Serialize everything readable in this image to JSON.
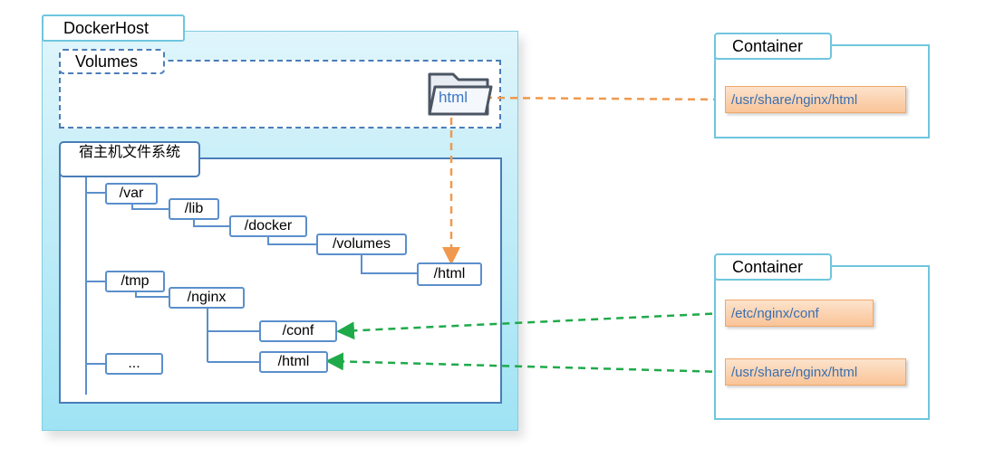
{
  "docker_host": {
    "label": "DockerHost"
  },
  "volumes": {
    "label": "Volumes",
    "folder_label": "html"
  },
  "host_fs": {
    "label": "宿主机文件系统",
    "nodes": {
      "var": "/var",
      "lib": "/lib",
      "docker": "/docker",
      "volumes": "/volumes",
      "html1": "/html",
      "tmp": "/tmp",
      "nginx": "/nginx",
      "conf": "/conf",
      "html2": "/html",
      "more": "..."
    }
  },
  "containers": [
    {
      "label": "Container",
      "paths": [
        "/usr/share/nginx/html"
      ]
    },
    {
      "label": "Container",
      "paths": [
        "/etc/nginx/conf",
        "/usr/share/nginx/html"
      ]
    }
  ],
  "colors": {
    "volume_link": "#f0994e",
    "bind_link": "#1faa4a",
    "tree_line": "#5b8fcc",
    "host_border": "#6fc6de"
  }
}
